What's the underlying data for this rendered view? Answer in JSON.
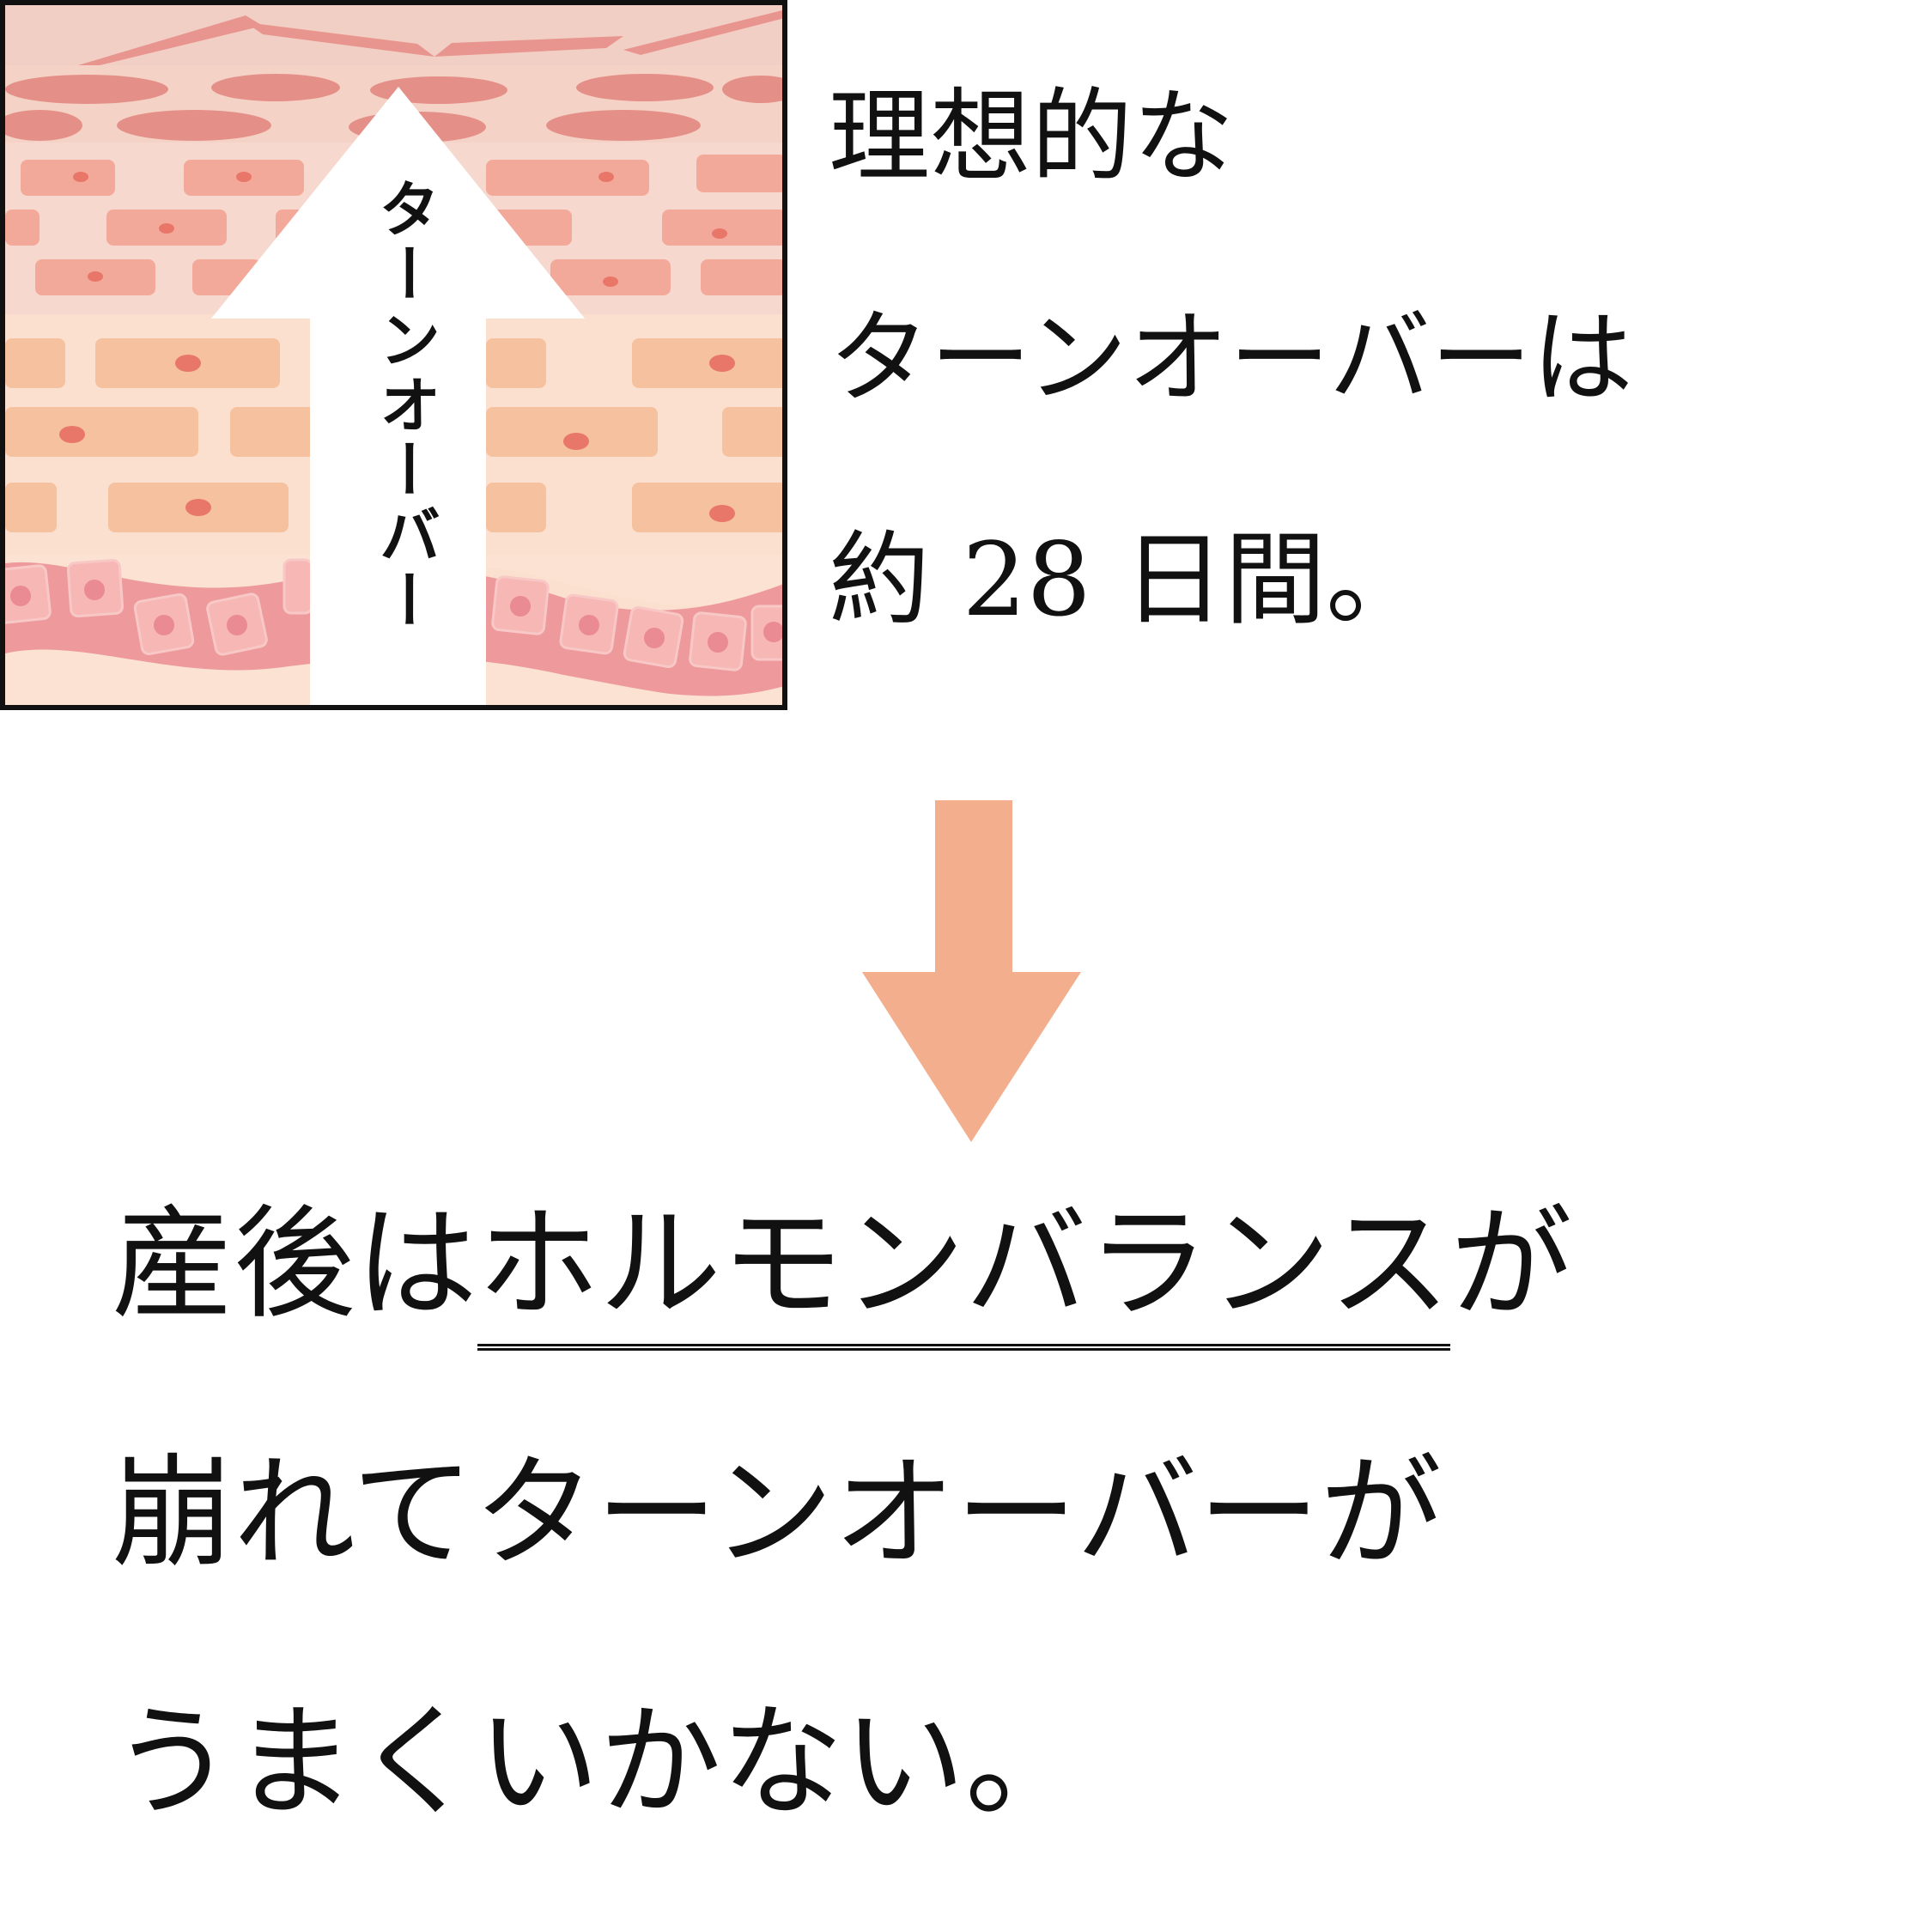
{
  "illustration": {
    "arrow_label": "ターンオーバー",
    "colors": {
      "surface_flake": "#e8948f",
      "top_cells": "#e49088",
      "mid_cells": "#f3a99a",
      "lower_cells": "#f6c19e",
      "nucleus": "#e8776a",
      "basal_band": "#ee9a9c",
      "basal_cells": "#f6b7b5",
      "arrow_fill": "#ffffff",
      "frame": "#111111"
    }
  },
  "right_text": {
    "line1": "理想的な",
    "line2": "ターンオーバーは",
    "line3": "約 28 日間。"
  },
  "down_arrow": {
    "color": "#f3ae8e"
  },
  "bottom_text": {
    "line1_prefix": "産後は",
    "line1_underlined": "ホルモンバランス",
    "line1_suffix": "が",
    "line2": "崩れてターンオーバーが",
    "line3": "うまくいかない。"
  }
}
